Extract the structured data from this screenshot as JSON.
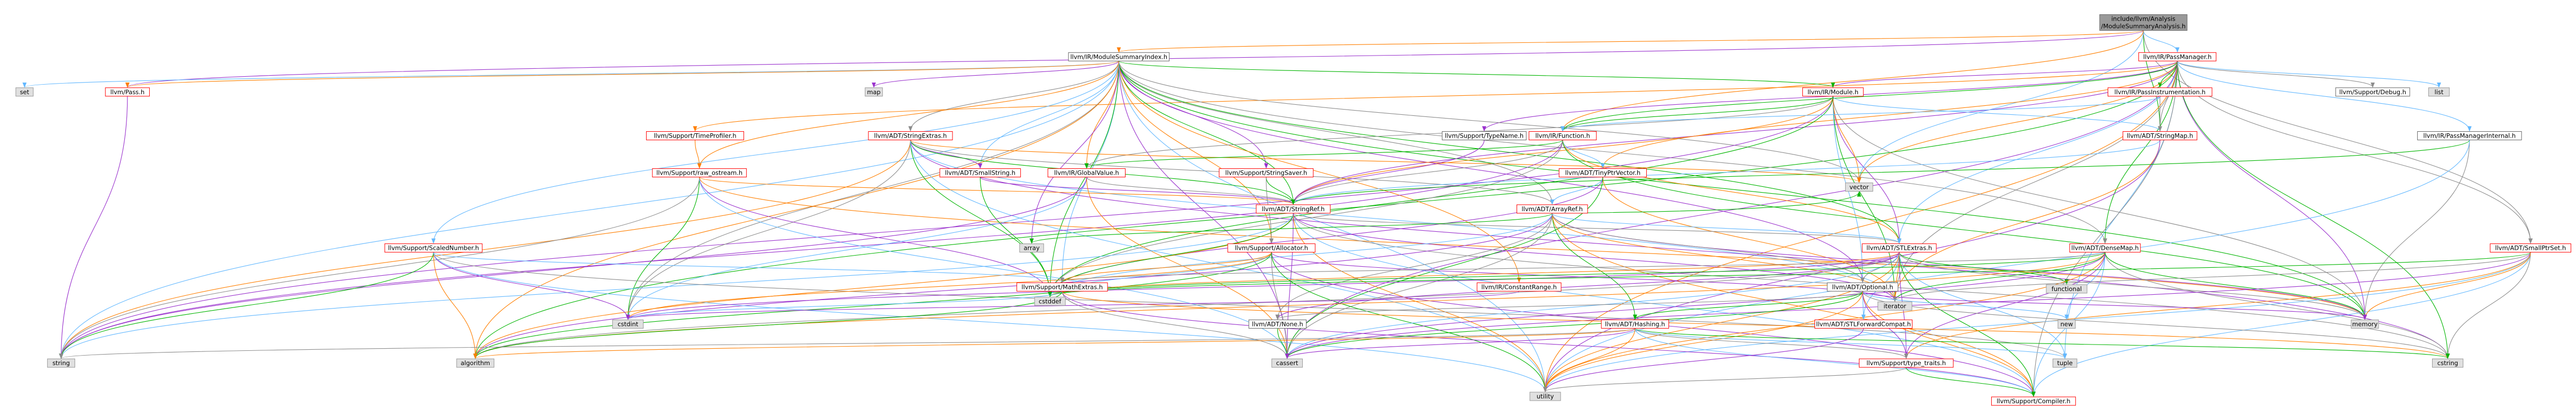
{
  "root": {
    "id": "root",
    "label": [
      "include/llvm/Analysis",
      "/ModuleSummaryAnalysis.h"
    ]
  },
  "nodes": [
    {
      "id": "passmanager",
      "label": "llvm/IR/PassManager.h",
      "kind": "link"
    },
    {
      "id": "msi",
      "label": "llvm/IR/ModuleSummaryIndex.h",
      "kind": "plain"
    },
    {
      "id": "set",
      "label": "set",
      "kind": "sys"
    },
    {
      "id": "pass",
      "label": "llvm/Pass.h",
      "kind": "link"
    },
    {
      "id": "map",
      "label": "map",
      "kind": "sys"
    },
    {
      "id": "module",
      "label": "llvm/IR/Module.h",
      "kind": "link"
    },
    {
      "id": "passinstr",
      "label": "llvm/IR/PassInstrumentation.h",
      "kind": "link"
    },
    {
      "id": "debug",
      "label": "llvm/Support/Debug.h",
      "kind": "plain"
    },
    {
      "id": "list",
      "label": "list",
      "kind": "sys"
    },
    {
      "id": "timeprofiler",
      "label": "llvm/Support/TimeProfiler.h",
      "kind": "link"
    },
    {
      "id": "stringextras",
      "label": "llvm/ADT/StringExtras.h",
      "kind": "link"
    },
    {
      "id": "typename",
      "label": "llvm/Support/TypeName.h",
      "kind": "plain"
    },
    {
      "id": "function",
      "label": "llvm/IR/Function.h",
      "kind": "link"
    },
    {
      "id": "stringmap",
      "label": "llvm/ADT/StringMap.h",
      "kind": "link"
    },
    {
      "id": "pmi",
      "label": "llvm/IR/PassManagerInternal.h",
      "kind": "plain"
    },
    {
      "id": "rawostream",
      "label": "llvm/Support/raw_ostream.h",
      "kind": "link"
    },
    {
      "id": "smallstring",
      "label": "llvm/ADT/SmallString.h",
      "kind": "link"
    },
    {
      "id": "globalvalue",
      "label": "llvm/IR/GlobalValue.h",
      "kind": "link"
    },
    {
      "id": "stringsaver",
      "label": "llvm/Support/StringSaver.h",
      "kind": "link"
    },
    {
      "id": "tinyptr",
      "label": "llvm/ADT/TinyPtrVector.h",
      "kind": "link"
    },
    {
      "id": "stringref",
      "label": "llvm/ADT/StringRef.h",
      "kind": "link"
    },
    {
      "id": "arrayref",
      "label": "llvm/ADT/ArrayRef.h",
      "kind": "link"
    },
    {
      "id": "scalednumber",
      "label": "llvm/Support/ScaledNumber.h",
      "kind": "link"
    },
    {
      "id": "allocator",
      "label": "llvm/Support/Allocator.h",
      "kind": "link"
    },
    {
      "id": "array",
      "label": "array",
      "kind": "sys"
    },
    {
      "id": "stlextras",
      "label": "llvm/ADT/STLExtras.h",
      "kind": "link"
    },
    {
      "id": "densemap",
      "label": "llvm/ADT/DenseMap.h",
      "kind": "link"
    },
    {
      "id": "smallptrset",
      "label": "llvm/ADT/SmallPtrSet.h",
      "kind": "link"
    },
    {
      "id": "vector",
      "label": "vector",
      "kind": "sys"
    },
    {
      "id": "mathextras",
      "label": "llvm/Support/MathExtras.h",
      "kind": "link"
    },
    {
      "id": "constantrange",
      "label": "llvm/IR/ConstantRange.h",
      "kind": "link"
    },
    {
      "id": "cstddef",
      "label": "cstddef",
      "kind": "sys"
    },
    {
      "id": "iterator",
      "label": "iterator",
      "kind": "sys"
    },
    {
      "id": "optional",
      "label": "llvm/ADT/Optional.h",
      "kind": "plain"
    },
    {
      "id": "functional",
      "label": "functional",
      "kind": "sys"
    },
    {
      "id": "cstdint",
      "label": "cstdint",
      "kind": "sys"
    },
    {
      "id": "none",
      "label": "llvm/ADT/None.h",
      "kind": "plain"
    },
    {
      "id": "hashing",
      "label": "llvm/ADT/Hashing.h",
      "kind": "link"
    },
    {
      "id": "stlforward",
      "label": "llvm/ADT/STLForwardCompat.h",
      "kind": "link"
    },
    {
      "id": "new",
      "label": "new",
      "kind": "sys"
    },
    {
      "id": "memory",
      "label": "memory",
      "kind": "sys"
    },
    {
      "id": "string",
      "label": "string",
      "kind": "sys"
    },
    {
      "id": "algorithm",
      "label": "algorithm",
      "kind": "sys"
    },
    {
      "id": "cassert",
      "label": "cassert",
      "kind": "sys"
    },
    {
      "id": "typetraits",
      "label": "llvm/Support/type_traits.h",
      "kind": "link"
    },
    {
      "id": "tuple",
      "label": "tuple",
      "kind": "sys"
    },
    {
      "id": "cstring",
      "label": "cstring",
      "kind": "sys"
    },
    {
      "id": "utility",
      "label": "utility",
      "kind": "sys"
    },
    {
      "id": "compiler",
      "label": "llvm/Support/Compiler.h",
      "kind": "link"
    }
  ],
  "edges": [
    [
      "root",
      "passmanager"
    ],
    [
      "root",
      "msi"
    ],
    [
      "root",
      "pass"
    ],
    [
      "root",
      "stringmap"
    ],
    [
      "root",
      "smallptrset"
    ],
    [
      "root",
      "vector"
    ],
    [
      "root",
      "function"
    ],
    [
      "passmanager",
      "module"
    ],
    [
      "passmanager",
      "passinstr"
    ],
    [
      "passmanager",
      "debug"
    ],
    [
      "passmanager",
      "list"
    ],
    [
      "passmanager",
      "timeprofiler"
    ],
    [
      "passmanager",
      "typename"
    ],
    [
      "passmanager",
      "function"
    ],
    [
      "passmanager",
      "stringmap"
    ],
    [
      "passmanager",
      "pmi"
    ],
    [
      "passmanager",
      "tinyptr"
    ],
    [
      "passmanager",
      "stringref"
    ],
    [
      "passmanager",
      "densemap"
    ],
    [
      "passmanager",
      "smallptrset"
    ],
    [
      "passmanager",
      "stlextras"
    ],
    [
      "passmanager",
      "vector"
    ],
    [
      "passmanager",
      "memory"
    ],
    [
      "passmanager",
      "cstring"
    ],
    [
      "passmanager",
      "iterator"
    ],
    [
      "passmanager",
      "tuple"
    ],
    [
      "passmanager",
      "utility"
    ],
    [
      "passmanager",
      "cassert"
    ],
    [
      "passmanager",
      "algorithm"
    ],
    [
      "passmanager",
      "compiler"
    ],
    [
      "msi",
      "set"
    ],
    [
      "msi",
      "pass"
    ],
    [
      "msi",
      "map"
    ],
    [
      "msi",
      "module"
    ],
    [
      "msi",
      "stringextras"
    ],
    [
      "msi",
      "smallstring"
    ],
    [
      "msi",
      "globalvalue"
    ],
    [
      "msi",
      "stringsaver"
    ],
    [
      "msi",
      "stringref"
    ],
    [
      "msi",
      "arrayref"
    ],
    [
      "msi",
      "scalednumber"
    ],
    [
      "msi",
      "allocator"
    ],
    [
      "msi",
      "array"
    ],
    [
      "msi",
      "stlextras"
    ],
    [
      "msi",
      "densemap"
    ],
    [
      "msi",
      "mathextras"
    ],
    [
      "msi",
      "constantrange"
    ],
    [
      "msi",
      "optional"
    ],
    [
      "msi",
      "cstddef"
    ],
    [
      "msi",
      "cstdint"
    ],
    [
      "msi",
      "string"
    ],
    [
      "msi",
      "algorithm"
    ],
    [
      "msi",
      "cassert"
    ],
    [
      "msi",
      "memory"
    ],
    [
      "msi",
      "vector"
    ],
    [
      "msi",
      "utility"
    ],
    [
      "msi",
      "rawostream"
    ],
    [
      "pass",
      "string"
    ],
    [
      "module",
      "function"
    ],
    [
      "module",
      "globalvalue"
    ],
    [
      "module",
      "stringmap"
    ],
    [
      "module",
      "stringref"
    ],
    [
      "module",
      "stlextras"
    ],
    [
      "module",
      "iterator"
    ],
    [
      "module",
      "memory"
    ],
    [
      "module",
      "optional"
    ],
    [
      "module",
      "vector"
    ],
    [
      "module",
      "string"
    ],
    [
      "module",
      "cstddef"
    ],
    [
      "passinstr",
      "stringmap"
    ],
    [
      "passinstr",
      "function"
    ],
    [
      "timeprofiler",
      "rawostream"
    ],
    [
      "stringextras",
      "smallstring"
    ],
    [
      "stringextras",
      "stringref"
    ],
    [
      "stringextras",
      "arrayref"
    ],
    [
      "stringextras",
      "iterator"
    ],
    [
      "stringextras",
      "string"
    ],
    [
      "stringextras",
      "cstring"
    ],
    [
      "stringextras",
      "cstddef"
    ],
    [
      "stringextras",
      "cstdint"
    ],
    [
      "stringextras",
      "utility"
    ],
    [
      "stringextras",
      "vector"
    ],
    [
      "typename",
      "stringref"
    ],
    [
      "function",
      "globalvalue"
    ],
    [
      "function",
      "stringref"
    ],
    [
      "function",
      "tinyptr"
    ],
    [
      "function",
      "stlextras"
    ],
    [
      "function",
      "string"
    ],
    [
      "function",
      "memory"
    ],
    [
      "function",
      "cstddef"
    ],
    [
      "stringmap",
      "stringref"
    ],
    [
      "stringmap",
      "iterator"
    ],
    [
      "stringmap",
      "utility"
    ],
    [
      "pmi",
      "stringref"
    ],
    [
      "pmi",
      "memory"
    ],
    [
      "pmi",
      "utility"
    ],
    [
      "rawostream",
      "stringref"
    ],
    [
      "rawostream",
      "cstddef"
    ],
    [
      "rawostream",
      "cstdint"
    ],
    [
      "rawostream",
      "string"
    ],
    [
      "rawostream",
      "cassert"
    ],
    [
      "rawostream",
      "memory"
    ],
    [
      "smallstring",
      "stringref"
    ],
    [
      "smallstring",
      "cstddef"
    ],
    [
      "globalvalue",
      "stringref"
    ],
    [
      "globalvalue",
      "cstdint"
    ],
    [
      "globalvalue",
      "cassert"
    ],
    [
      "globalvalue",
      "string"
    ],
    [
      "stringsaver",
      "stringref"
    ],
    [
      "stringsaver",
      "allocator"
    ],
    [
      "tinyptr",
      "arrayref"
    ],
    [
      "tinyptr",
      "iterator"
    ],
    [
      "tinyptr",
      "cstddef"
    ],
    [
      "tinyptr",
      "cassert"
    ],
    [
      "stringref",
      "stlextras"
    ],
    [
      "stringref",
      "compiler"
    ],
    [
      "stringref",
      "algorithm"
    ],
    [
      "stringref",
      "cassert"
    ],
    [
      "stringref",
      "cstddef"
    ],
    [
      "stringref",
      "cstring"
    ],
    [
      "stringref",
      "limits"
    ],
    [
      "stringref",
      "string"
    ],
    [
      "stringref",
      "type_traits"
    ],
    [
      "stringref",
      "utility"
    ],
    [
      "stringref",
      "iterator"
    ],
    [
      "arrayref",
      "hashing"
    ],
    [
      "arrayref",
      "none"
    ],
    [
      "arrayref",
      "stlextras"
    ],
    [
      "arrayref",
      "compiler"
    ],
    [
      "arrayref",
      "algorithm"
    ],
    [
      "arrayref",
      "array"
    ],
    [
      "arrayref",
      "cassert"
    ],
    [
      "arrayref",
      "cstddef"
    ],
    [
      "arrayref",
      "iterator"
    ],
    [
      "arrayref",
      "memory"
    ],
    [
      "arrayref",
      "vector"
    ],
    [
      "arrayref",
      "optional"
    ],
    [
      "scalednumber",
      "mathextras"
    ],
    [
      "scalednumber",
      "algorithm"
    ],
    [
      "scalednumber",
      "cstdint"
    ],
    [
      "scalednumber",
      "limits"
    ],
    [
      "scalednumber",
      "string"
    ],
    [
      "scalednumber",
      "tuple"
    ],
    [
      "scalednumber",
      "utility"
    ],
    [
      "allocator",
      "mathextras"
    ],
    [
      "allocator",
      "compiler"
    ],
    [
      "allocator",
      "algorithm"
    ],
    [
      "allocator",
      "cassert"
    ],
    [
      "allocator",
      "cstddef"
    ],
    [
      "allocator",
      "cstdint"
    ],
    [
      "allocator",
      "iterator"
    ],
    [
      "allocator",
      "utility"
    ],
    [
      "stlextras",
      "optional"
    ],
    [
      "stlextras",
      "stlforward"
    ],
    [
      "stlextras",
      "iterator"
    ],
    [
      "stlextras",
      "typetraits"
    ],
    [
      "stlextras",
      "compiler"
    ],
    [
      "stlextras",
      "algorithm"
    ],
    [
      "stlextras",
      "cassert"
    ],
    [
      "stlextras",
      "cstddef"
    ],
    [
      "stlextras",
      "cstdint"
    ],
    [
      "stlextras",
      "cstdlib"
    ],
    [
      "stlextras",
      "functional"
    ],
    [
      "stlextras",
      "initializer_list"
    ],
    [
      "stlextras",
      "memory"
    ],
    [
      "stlextras",
      "tuple"
    ],
    [
      "stlextras",
      "utility"
    ],
    [
      "stlextras",
      "none"
    ],
    [
      "densemap",
      "iterator"
    ],
    [
      "densemap",
      "mathextras"
    ],
    [
      "densemap",
      "compiler"
    ],
    [
      "densemap",
      "algorithm"
    ],
    [
      "densemap",
      "cassert"
    ],
    [
      "densemap",
      "cstddef"
    ],
    [
      "densemap",
      "cstring"
    ],
    [
      "densemap",
      "new"
    ],
    [
      "densemap",
      "type_traits"
    ],
    [
      "densemap",
      "utility"
    ],
    [
      "densemap",
      "typetraits"
    ],
    [
      "densemap",
      "memory"
    ],
    [
      "smallptrset",
      "iterator"
    ],
    [
      "smallptrset",
      "compiler"
    ],
    [
      "smallptrset",
      "typetraits"
    ],
    [
      "smallptrset",
      "cassert"
    ],
    [
      "smallptrset",
      "cstddef"
    ],
    [
      "smallptrset",
      "cstring"
    ],
    [
      "smallptrset",
      "utility"
    ],
    [
      "smallptrset",
      "memory"
    ],
    [
      "mathextras",
      "compiler"
    ],
    [
      "mathextras",
      "algorithm"
    ],
    [
      "mathextras",
      "cassert"
    ],
    [
      "mathextras",
      "cstdint"
    ],
    [
      "mathextras",
      "cstring"
    ],
    [
      "mathextras",
      "type_traits"
    ],
    [
      "constantrange",
      "cstdint"
    ],
    [
      "optional",
      "hashing"
    ],
    [
      "optional",
      "none"
    ],
    [
      "optional",
      "stlforward"
    ],
    [
      "optional",
      "compiler"
    ],
    [
      "optional",
      "typetraits"
    ],
    [
      "optional",
      "cassert"
    ],
    [
      "optional",
      "cstring"
    ],
    [
      "optional",
      "new"
    ],
    [
      "optional",
      "utility"
    ],
    [
      "optional",
      "memory"
    ],
    [
      "none",
      "cassert"
    ],
    [
      "hashing",
      "typetraits"
    ],
    [
      "hashing",
      "compiler"
    ],
    [
      "hashing",
      "algorithm"
    ],
    [
      "hashing",
      "cassert"
    ],
    [
      "hashing",
      "cstring"
    ],
    [
      "hashing",
      "string"
    ],
    [
      "hashing",
      "tuple"
    ],
    [
      "hashing",
      "utility"
    ],
    [
      "stlforward",
      "utility"
    ],
    [
      "typetraits",
      "compiler"
    ],
    [
      "typetraits",
      "utility"
    ]
  ],
  "colors": {
    "blue": "#63b8ff",
    "orange": "#ff7f00",
    "purple": "#9a32cd",
    "green": "#00b400",
    "gray": "#8c8c8c"
  }
}
